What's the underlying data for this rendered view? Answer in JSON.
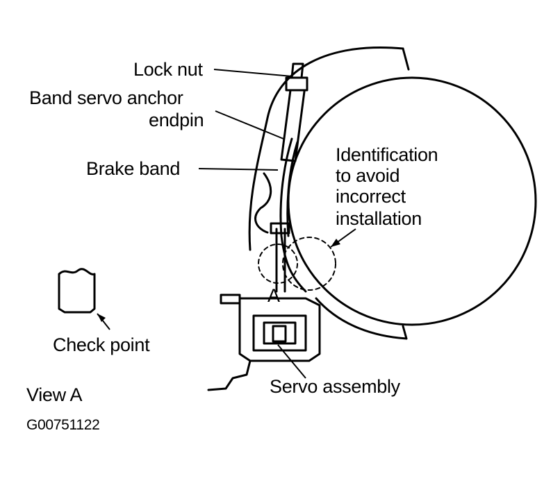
{
  "labels": {
    "lock_nut": "Lock nut",
    "anchor_endpin_line1": "Band servo anchor",
    "anchor_endpin_line2": "endpin",
    "brake_band": "Brake band",
    "identification_line1": "Identification",
    "identification_line2": "to avoid",
    "identification_line3": "incorrect",
    "identification_line4": "installation",
    "check_point": "Check point",
    "view_a": "View A",
    "servo_assembly": "Servo assembly",
    "detail_marker": "A"
  },
  "figure_id": "G00751122"
}
